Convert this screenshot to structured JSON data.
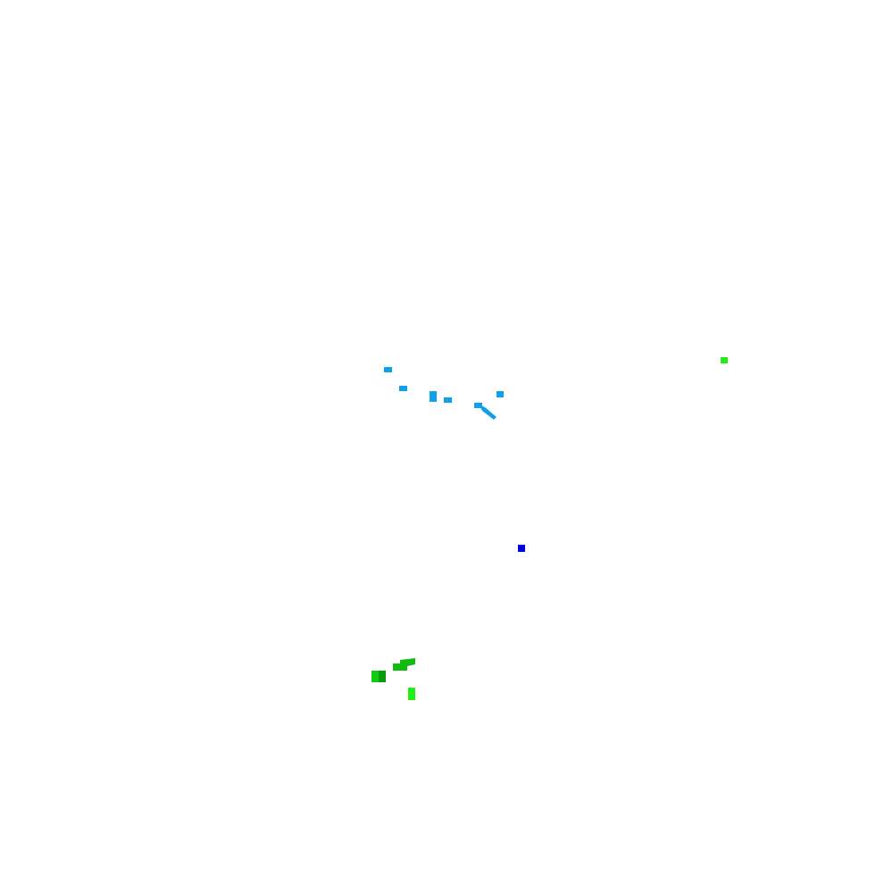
{
  "map": {
    "background_color": "#ffffff",
    "layers": [
      {
        "name": "water-features",
        "color": "#0ea0e8",
        "feature_count": 7
      },
      {
        "name": "vegetation-patches",
        "color": "#11cc11",
        "feature_count": 6
      },
      {
        "name": "point-marker",
        "color": "#0000dd",
        "feature_count": 1
      }
    ]
  },
  "colors": {
    "water": "#0ea0e8",
    "green_bright": "#22ee11",
    "green_medium": "#11bb11",
    "green_dark": "#0a9a0a",
    "marker_blue": "#0000dd"
  }
}
